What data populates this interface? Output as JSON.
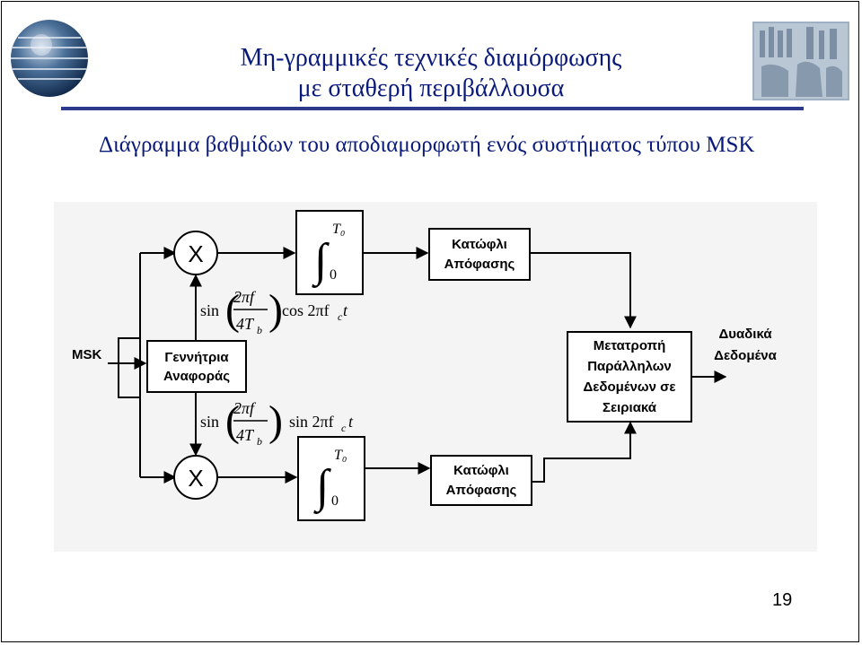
{
  "slide": {
    "title_line1": "Μη-γραμμικές τεχνικές διαμόρφωσης",
    "title_line2": "με σταθερή περιβάλλουσα",
    "subtitle": "Διάγραμμα βαθμίδων του αποδιαμορφωτή ενός συστήματος τύπου MSK",
    "page_number": "19"
  },
  "diagram": {
    "input_label": "MSK",
    "multiplier_symbol": "X",
    "integrator_upper": "T₀",
    "integrator_lower": "0",
    "reference_generator": [
      "Γεννήτρια",
      "Αναφοράς"
    ],
    "threshold_decision": [
      "Κατώφλι",
      "Απόφασης"
    ],
    "parallel_to_serial": [
      "Μετατροπή",
      "Παράλληλων",
      "Δεδομένων σε",
      "Σειριακά"
    ],
    "output_label": [
      "Δυαδικά",
      "Δεδομένα"
    ],
    "upper_ref": {
      "sin": "sin",
      "num": "2πf",
      "den": "4T",
      "den_sub": "b",
      "carrier": "cos 2πf",
      "carrier_sub": "c",
      "carrier_t": "t"
    },
    "lower_ref": {
      "sin": "sin",
      "num": "2πf",
      "den": "4T",
      "den_sub": "b",
      "carrier": "sin 2πf",
      "carrier_sub": "c",
      "carrier_t": "t"
    }
  },
  "colors": {
    "title": "#0a1a7a",
    "rule": "#2c3a8e",
    "diagram_bg": "#f4f4f4"
  }
}
